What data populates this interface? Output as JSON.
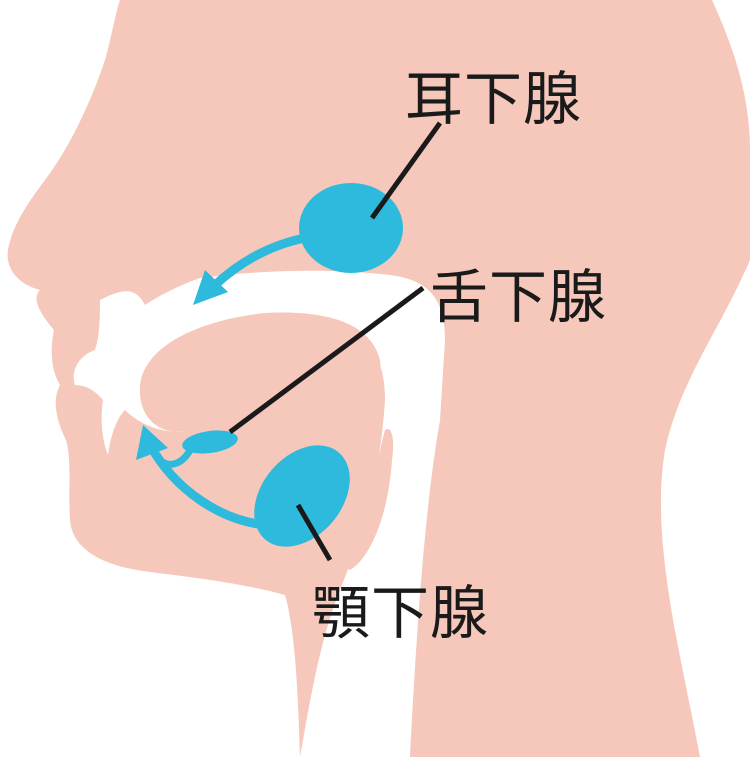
{
  "colors": {
    "skin": "#f5c8bb",
    "gland": "#2dbadc",
    "line": "#1a1a1a",
    "cavity": "#ffffff"
  },
  "labels": {
    "parotid": "耳下腺",
    "sublingual": "舌下腺",
    "submandibular": "顎下腺"
  }
}
